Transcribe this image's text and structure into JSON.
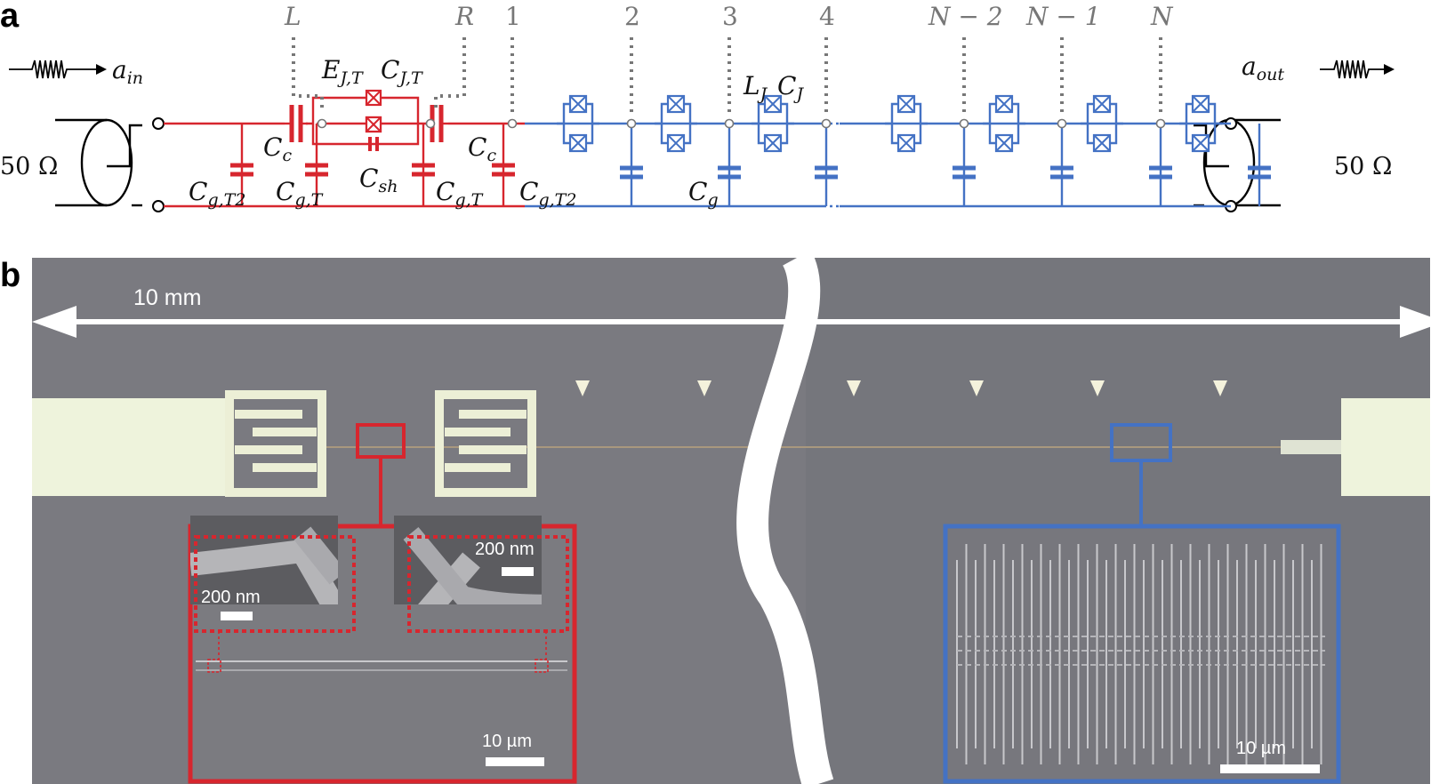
{
  "panels": {
    "a": "a",
    "b": "b"
  },
  "circuit": {
    "input": {
      "symbol": "a",
      "sub": "in"
    },
    "output": {
      "symbol": "a",
      "sub": "out"
    },
    "impedance_left": "50 Ω",
    "impedance_right": "50 Ω",
    "node_L": "L",
    "node_R": "R",
    "nodes": [
      "1",
      "2",
      "3",
      "4"
    ],
    "node_nm2": "N − 2",
    "node_nm1": "N − 1",
    "node_n": "N",
    "ejt": {
      "main": "E",
      "sub": "J,T"
    },
    "cjt": {
      "main": "C",
      "sub": "J,T"
    },
    "lj": {
      "main": "L",
      "sub": "J"
    },
    "cj": {
      "main": "C",
      "sub": "J"
    },
    "cc_left": {
      "main": "C",
      "sub": "c"
    },
    "cc_right": {
      "main": "C",
      "sub": "c"
    },
    "csh": {
      "main": "C",
      "sub": "sh"
    },
    "cgt2_left": {
      "main": "C",
      "sub": "g,T2"
    },
    "cgt_left": {
      "main": "C",
      "sub": "g,T"
    },
    "cgt_right": {
      "main": "C",
      "sub": "g,T"
    },
    "cgt2_right": {
      "main": "C",
      "sub": "g,T2"
    },
    "cg": {
      "main": "C",
      "sub": "g"
    }
  },
  "micrograph": {
    "scale_main": "10 mm",
    "inset_red_scale": "10  µm",
    "inset_red_sem_left": "200 nm",
    "inset_red_sem_right": "200 nm",
    "inset_blue_scale": "10  µm"
  },
  "colors": {
    "red": "#d7262e",
    "blue": "#4472c4",
    "chip": "#75767c",
    "pad": "#eef3dc"
  }
}
